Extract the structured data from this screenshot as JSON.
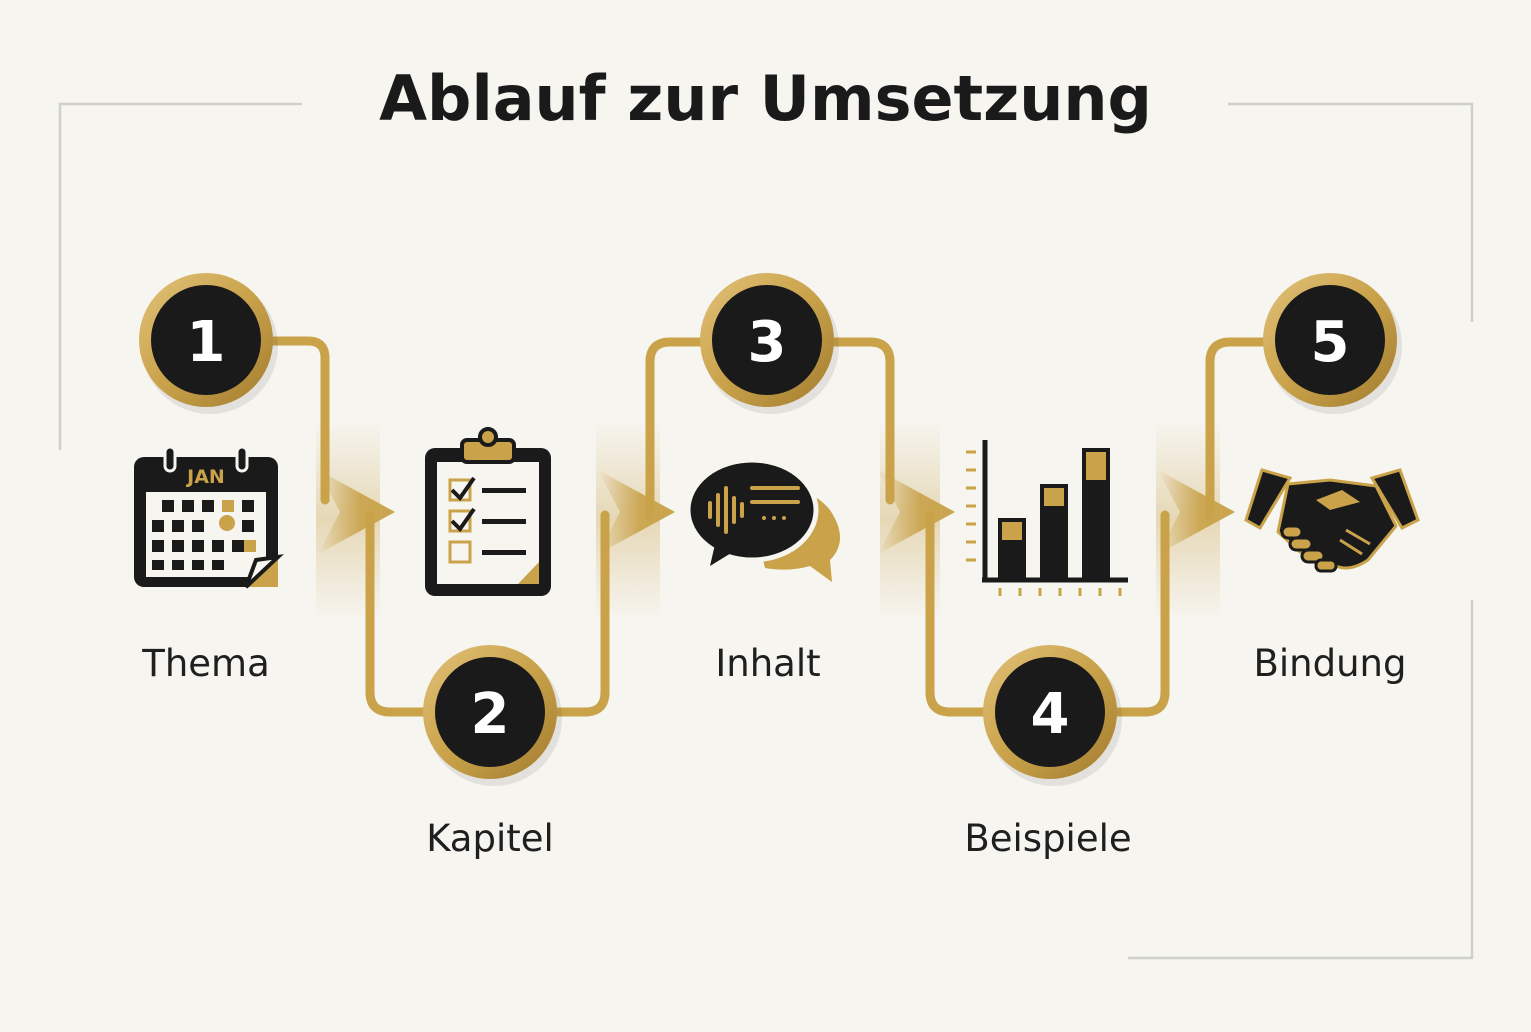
{
  "title": "Ablauf zur Umsetzung",
  "steps": [
    {
      "number": "1",
      "label": "Thema",
      "icon": "calendar-icon"
    },
    {
      "number": "2",
      "label": "Kapitel",
      "icon": "clipboard-checklist-icon"
    },
    {
      "number": "3",
      "label": "Inhalt",
      "icon": "speech-bubbles-icon"
    },
    {
      "number": "4",
      "label": "Beispiele",
      "icon": "bar-chart-icon"
    },
    {
      "number": "5",
      "label": "Bindung",
      "icon": "handshake-icon"
    }
  ],
  "calendar_month": "JAN",
  "colors": {
    "background": "#f6f5f0",
    "gold": "#c9a24a",
    "dark": "#1a1a1a",
    "frame": "#cfcfcc"
  }
}
